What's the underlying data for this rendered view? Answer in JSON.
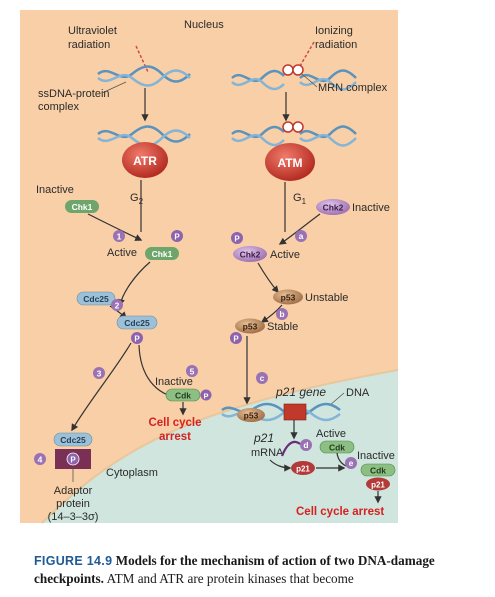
{
  "labels": {
    "nucleus": "Nucleus",
    "ultraviolet_radiation": [
      "Ultraviolet",
      "radiation"
    ],
    "ionizing_radiation": [
      "Ionizing",
      "radiation"
    ],
    "ssdna_protein_complex": [
      "ssDNA-protein",
      "complex"
    ],
    "mrn_complex": "MRN complex",
    "atr": "ATR",
    "atm": "ATM",
    "inactive_left": "Inactive",
    "chk1": "Chk1",
    "g2": "G",
    "g2_sub": "2",
    "g1": "G",
    "g1_sub": "1",
    "chk2": "Chk2",
    "inactive_right": "Inactive",
    "active_chk1_prefix": "Active",
    "chk2_active_suffix": "Active",
    "p": "P",
    "cdc25": "Cdc25",
    "p53": "p53",
    "unstable": "Unstable",
    "stable": "Stable",
    "p21_gene": "p21 gene",
    "dna": "DNA",
    "inactive_cdk_label": "Inactive",
    "cdk": "Cdk",
    "cell_cycle_arrest_left": [
      "Cell cycle",
      "arrest"
    ],
    "p21_mrna_italic": "p21",
    "mrna": "mRNA",
    "active_label": "Active",
    "inactive_label": "Inactive",
    "p21": "p21",
    "cytoplasm": "Cytoplasm",
    "adaptor_protein": [
      "Adaptor",
      "protein",
      "(14–3–3σ)"
    ],
    "cell_cycle_arrest_right": "Cell cycle arrest",
    "step_numbers": [
      "1",
      "2",
      "3",
      "4",
      "5"
    ],
    "step_letters": [
      "a",
      "b",
      "c",
      "d",
      "e"
    ]
  },
  "caption": {
    "figure_number": "FIGURE 14.9",
    "title": "Models for the mechanism of action of two DNA-damage checkpoints.",
    "text": "ATM and ATR are protein kinases that become"
  },
  "colors": {
    "nucleus": "#f8cfa6",
    "cytoplasm": "#cfe5dd",
    "kinase_red": "#c9342a",
    "chk_green": "#6ea56b",
    "chk2_purple": "#b489c3",
    "cdc25_blue": "#9ec0d6",
    "p53_tan": "#b7835a",
    "cdk_green": "#8dbf84",
    "p21_red": "#b43a3a",
    "step_circle": "#9a71b3",
    "phosphate_purple": "#8e63ad",
    "arrest_red": "#d62121",
    "caption_blue": "#1d5a96"
  }
}
